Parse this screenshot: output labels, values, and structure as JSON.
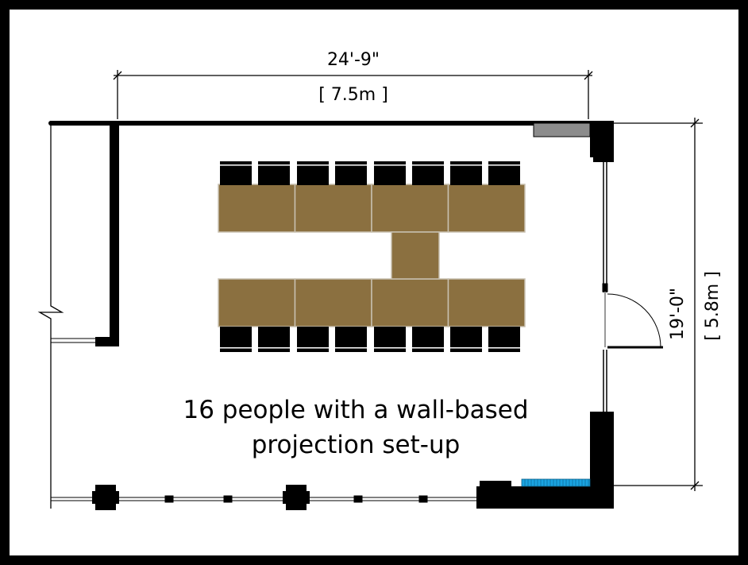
{
  "floorplan": {
    "width_dimension": {
      "imperial": "24'-9\"",
      "metric": "[ 7.5m ]"
    },
    "depth_dimension": {
      "imperial": "19'-0\"",
      "metric": "[ 5.8m ]"
    },
    "caption_line1": "16 people with a wall-based",
    "caption_line2": "projection set-up",
    "seat_count": 16,
    "table_segments_per_row": 4,
    "chairs_per_row": 8
  },
  "colors": {
    "table": "#8b7040",
    "table_edge": "#c8c0b0",
    "wall": "#000000",
    "projection_screen": "#1aa3e0",
    "cabinet": "#8c8c8c"
  }
}
